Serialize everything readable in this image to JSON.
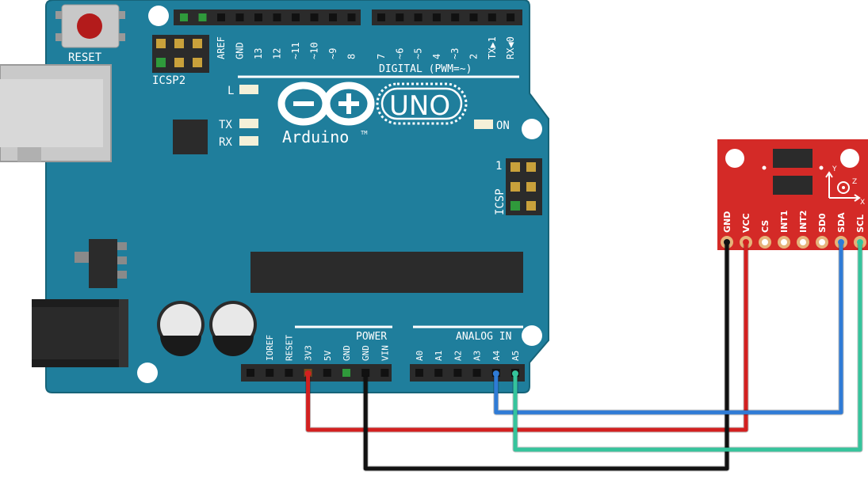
{
  "arduino": {
    "board_model": "UNO",
    "brand": "Arduino",
    "trademark": "TM",
    "reset_label": "RESET",
    "icsp2_label": "ICSP2",
    "icsp_label": "ICSP",
    "icsp_pin1_label": "1",
    "digital_header_label": "DIGITAL (PWM=~)",
    "led_l_label": "L",
    "led_tx_label": "TX",
    "led_rx_label": "RX",
    "led_on_label": "ON",
    "digital_pins": [
      "AREF",
      "GND",
      "13",
      "12",
      "~11",
      "~10",
      "~9",
      "8",
      "7",
      "~6",
      "~5",
      "4",
      "~3",
      "2",
      "TX▶1",
      "RX◀0"
    ],
    "power_header_label": "POWER",
    "power_pins": [
      "IOREF",
      "RESET",
      "3V3",
      "5V",
      "GND",
      "GND",
      "VIN"
    ],
    "analog_header_label": "ANALOG IN",
    "analog_pins": [
      "A0",
      "A1",
      "A2",
      "A3",
      "A4",
      "A5"
    ]
  },
  "sensor": {
    "pins": [
      "GND",
      "VCC",
      "CS",
      "INT1",
      "INT2",
      "SD0",
      "SDA",
      "SCL"
    ],
    "axis_x": "X",
    "axis_y": "Y",
    "axis_z": "Z"
  },
  "wires": [
    {
      "from": "3V3",
      "to": "VCC",
      "color": "#d32020"
    },
    {
      "from": "GND",
      "to": "GND",
      "color": "#111111"
    },
    {
      "from": "A4",
      "to": "SDA",
      "color": "#2f7bd6"
    },
    {
      "from": "A5",
      "to": "SCL",
      "color": "#35c49c"
    }
  ],
  "colors": {
    "board": "#1f7e9c",
    "sensor": "#d42a27"
  }
}
